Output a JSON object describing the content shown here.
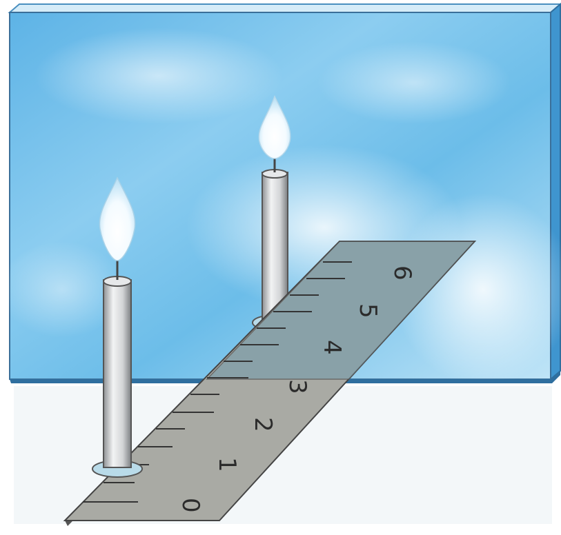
{
  "scene": {
    "colors": {
      "glass_face": "#6fc0ec",
      "glass_light": "#e8f6fd",
      "glass_edge": "#3a8fc8",
      "ruler": "#a9aaa4",
      "ruler_through_glass": "#7f9faa",
      "candle_body": "#d9dbdd",
      "flame": "#ffffff",
      "outline": "#333333"
    },
    "objects": [
      "glass-plate",
      "candle-front",
      "candle-behind-glass",
      "ruler"
    ],
    "ruler_labels": [
      "0",
      "1",
      "2",
      "3",
      "4",
      "5",
      "6"
    ]
  }
}
